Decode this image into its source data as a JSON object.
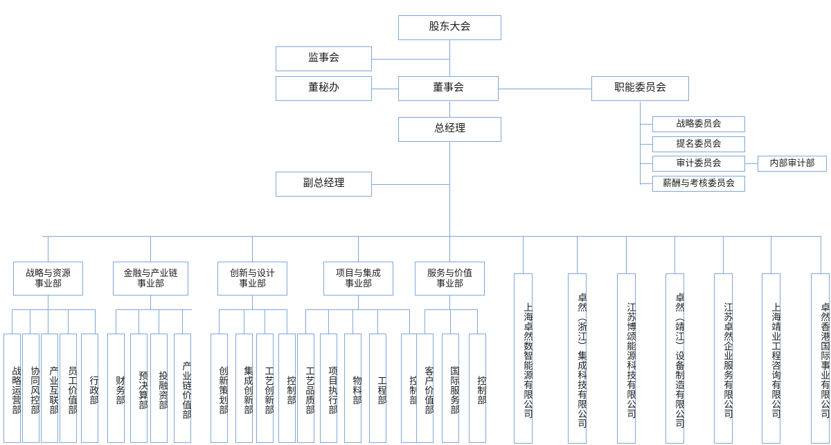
{
  "chart_title": "",
  "theme": {
    "border_color": "#7EA6D8",
    "line_color": "#7EA6D8",
    "box_fill": "#FFFFFF",
    "text_color": "#1A1A1A",
    "background": "#FFFFFF"
  },
  "top": {
    "shareholders_meeting": "股东大会",
    "supervisory_board": "监事会",
    "board_secretary_office": "董秘办",
    "board_of_directors": "董事会",
    "functional_committees": "职能委员会",
    "general_manager": "总经理",
    "deputy_general_manager": "副总经理"
  },
  "committees": [
    {
      "label": "战略委员会"
    },
    {
      "label": "提名委员会"
    },
    {
      "label": "审计委员会"
    },
    {
      "label": "薪酬与考核委员会"
    }
  ],
  "audit_department": "内部审计部",
  "divisions": [
    {
      "name": "division-strategy-resources",
      "label": "战略与资源\n事业部",
      "label_line1": "战略与资源",
      "label_line2": "事业部",
      "departments": [
        "战略运营部",
        "协同风控部",
        "产业互联部",
        "员工价值部",
        "行政部"
      ]
    },
    {
      "name": "division-finance-industry-chain",
      "label": "金融与产业链\n事业部",
      "label_line1": "金融与产业链",
      "label_line2": "事业部",
      "departments": [
        "财务部",
        "预决算部",
        "投融资部",
        "产业链价值部"
      ]
    },
    {
      "name": "division-innovation-design",
      "label": "创新与设计\n事业部",
      "label_line1": "创新与设计",
      "label_line2": "事业部",
      "departments": [
        "创新策划部",
        "集成创新部",
        "工艺创新部",
        "控制部"
      ]
    },
    {
      "name": "division-project-integration",
      "label": "项目与集成\n事业部",
      "label_line1": "项目与集成",
      "label_line2": "事业部",
      "departments": [
        "工艺品质部",
        "项目执行部",
        "物料部",
        "工程部",
        "控制部"
      ]
    },
    {
      "name": "division-service-value",
      "label": "服务与价值\n事业部",
      "label_line1": "服务与价值",
      "label_line2": "事业部",
      "departments": [
        "客户价值部",
        "国际服务部",
        "控制部"
      ]
    }
  ],
  "subsidiaries": [
    "上海卓然数智能源有限公司",
    "卓然（浙江）集成科技有限公司",
    "江苏博颂能源科技有限公司",
    "卓然（靖江）设备制造有限公司",
    "江苏卓然企业服务有限公司",
    "上海靖业工程咨询有限公司",
    "卓然香港国际事业有限公司"
  ]
}
